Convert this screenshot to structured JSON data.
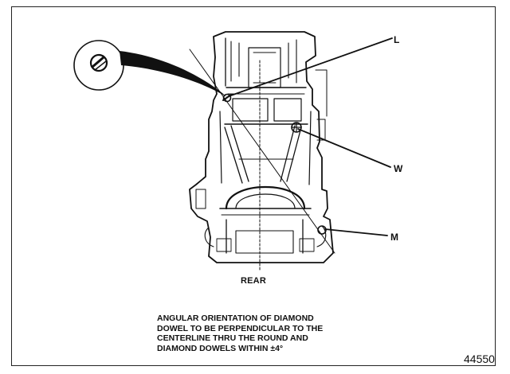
{
  "labels": {
    "l": "L",
    "w": "W",
    "m": "M",
    "rear": "REAR"
  },
  "caption": [
    "ANGULAR ORIENTATION  OF DIAMOND",
    "DOWEL TO BE PERPENDICULAR TO THE",
    "CENTERLINE THRU THE ROUND AND",
    "DIAMOND DOWELS WITHIN ±4°"
  ],
  "figure_number": "44550",
  "colors": {
    "ink": "#111111",
    "paper": "#ffffff"
  }
}
